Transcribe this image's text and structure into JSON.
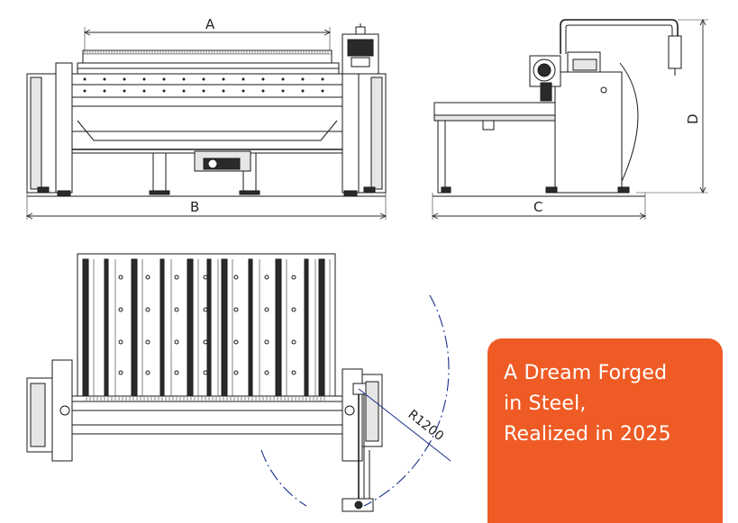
{
  "dimensions": {
    "a": "A",
    "b": "B",
    "c": "C",
    "d": "D",
    "radius": "R1200"
  },
  "promo": {
    "line1": "A Dream Forged",
    "line2": "in Steel,",
    "line3": "Realized in 2025",
    "background": "#ef5b25",
    "text_color": "#ffffff"
  }
}
